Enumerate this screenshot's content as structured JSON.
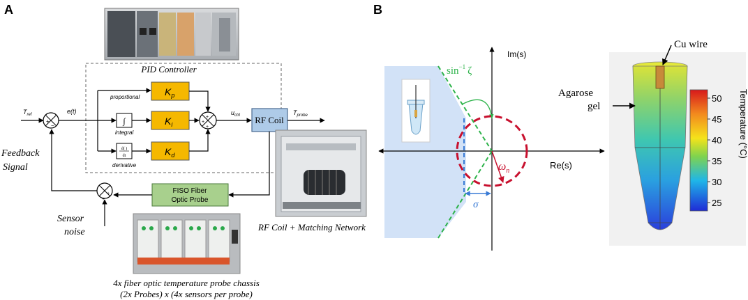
{
  "panel_a": {
    "letter": "A",
    "pid_title": "PID Controller",
    "t_ref": "T",
    "t_ref_sub": "ref",
    "error": "e(t)",
    "proportional": "proportional",
    "integral": "integral",
    "derivative": "derivative",
    "integral_symbol": "∫",
    "kp": "K",
    "kp_sub": "p",
    "ki": "K",
    "ki_sub": "i",
    "kd": "K",
    "kd_sub": "d",
    "deriv_num": "d( )",
    "deriv_den": "dt",
    "u_ctrl": "u",
    "u_ctrl_sub": "ctrl",
    "rf_coil": "RF Coil",
    "t_probe": "T",
    "t_probe_sub": "probe",
    "feedback_1": "Feedback",
    "feedback_2": "Signal",
    "fiso_1": "FISO Fiber",
    "fiso_2": "Optic Probe",
    "sensor_1": "Sensor",
    "sensor_2": "noise",
    "rf_caption": "RF Coil + Matching Network",
    "chassis_caption_1": "4x fiber optic temperature probe chassis",
    "chassis_caption_2": "(2x Probes) x (4x sensors per probe)",
    "plus": "+",
    "minus": "−"
  },
  "panel_b": {
    "letter": "B",
    "im_label": "Im(s)",
    "re_label": "Re(s)",
    "angle_label": "sin",
    "angle_exp": "−1",
    "angle_zeta": "ζ",
    "omega": "ω",
    "omega_sub": "n",
    "sigma": "σ",
    "cu_wire": "Cu wire",
    "agarose_1": "Agarose",
    "agarose_2": "gel",
    "colorbar_title": "Temperature (°C)",
    "colorbar_ticks": [
      "50",
      "45",
      "40",
      "35",
      "30",
      "25"
    ]
  },
  "colors": {
    "gain_block": "#f5b800",
    "rf_block": "#aecbe8",
    "fiso_block": "#a8d08d",
    "region": "#d2e2f7",
    "green_dash": "#2db34a",
    "red_dash": "#c8102e",
    "blue_dash": "#3a7bd5"
  }
}
